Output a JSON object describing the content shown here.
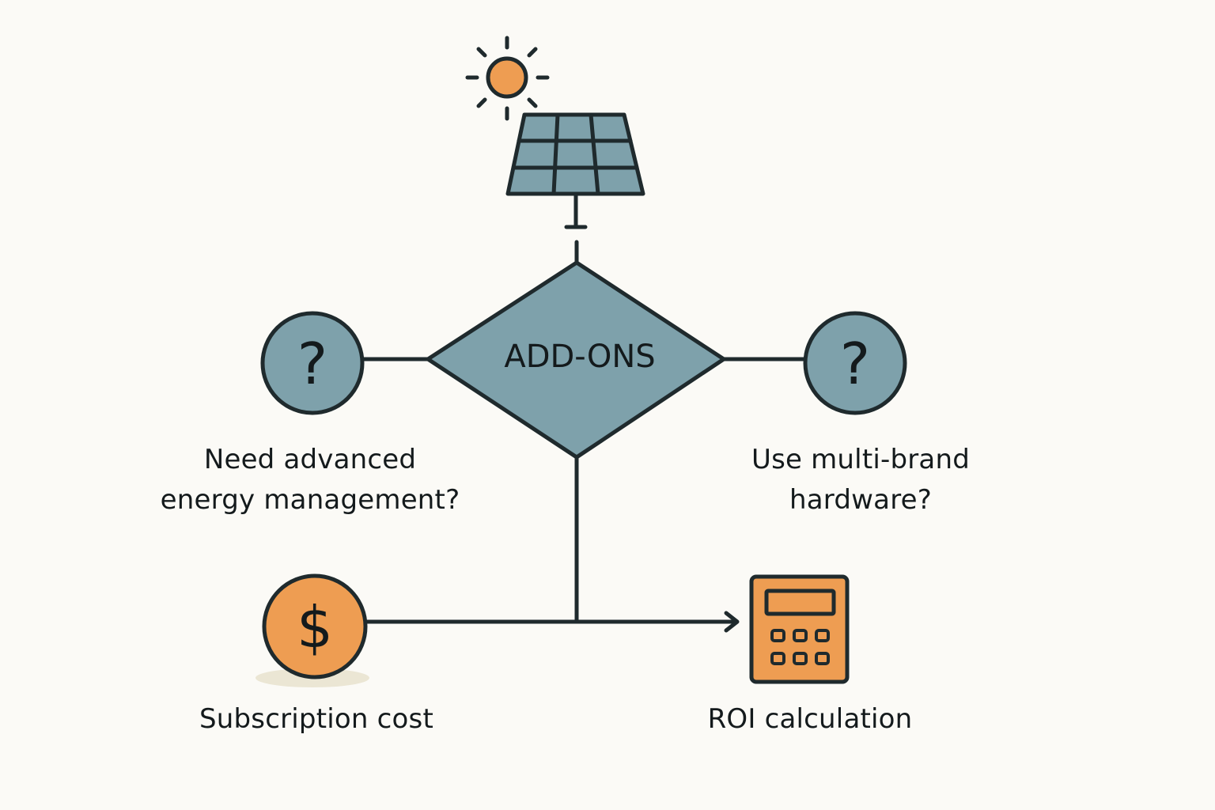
{
  "decision": {
    "label": "ADD-ONS"
  },
  "questions": {
    "left": {
      "symbol": "?",
      "lines": [
        "Need advanced",
        "energy management?"
      ]
    },
    "right": {
      "symbol": "?",
      "lines": [
        "Use multi-brand",
        "hardware?"
      ]
    }
  },
  "outcomes": {
    "subscription": {
      "symbol": "$",
      "label": "Subscription cost"
    },
    "roi": {
      "label": "ROI calculation"
    }
  },
  "icons": {
    "sun": "sun-icon",
    "panel": "solar-panel-icon",
    "question": "question-mark-icon",
    "dollar": "dollar-coin-icon",
    "calculator": "calculator-icon"
  },
  "colors": {
    "background": "#fbfaf6",
    "slate_blue": "#7ea1ab",
    "orange": "#ee9d52",
    "outline": "#1f2a2d",
    "shadow": "#ebe6d4"
  }
}
